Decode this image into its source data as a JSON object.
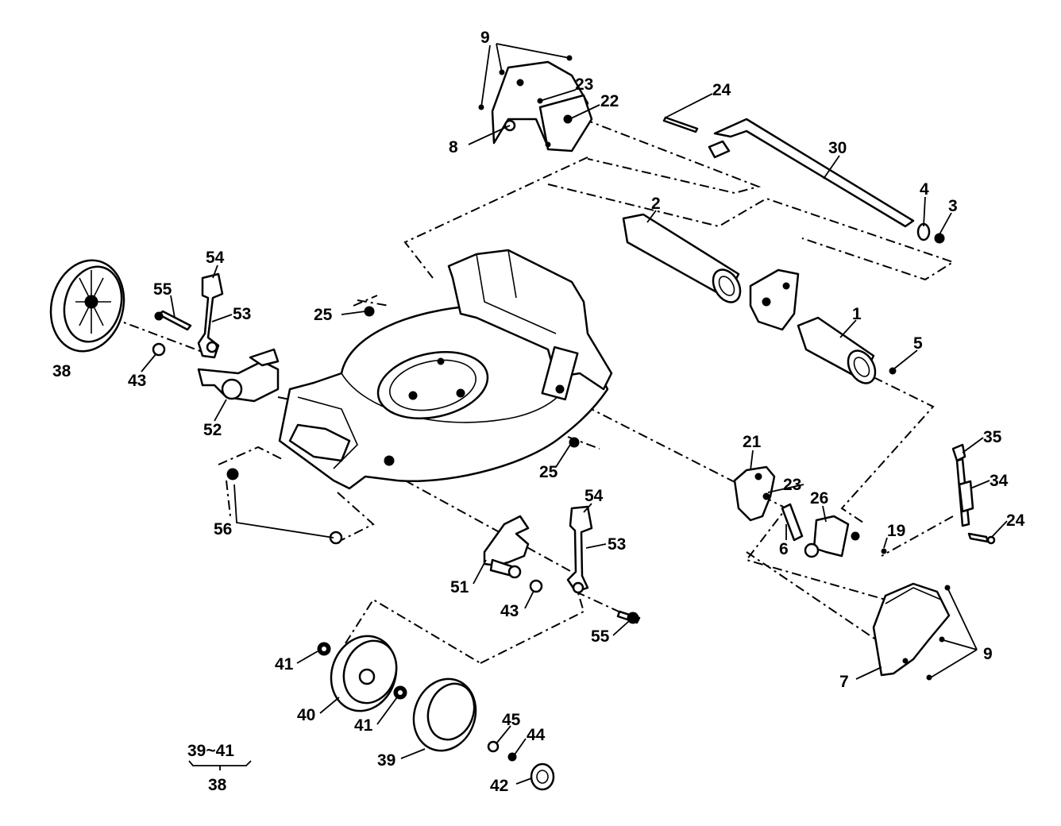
{
  "diagram": {
    "type": "exploded parts diagram",
    "colors": {
      "line": "#000000",
      "background": "#ffffff"
    }
  },
  "callouts": {
    "c9_top": "9",
    "c23_top": "23",
    "c22": "22",
    "c8": "8",
    "c24_top": "24",
    "c30": "30",
    "c4": "4",
    "c3": "3",
    "c2": "2",
    "c1": "1",
    "c5": "5",
    "c54_left": "54",
    "c55_left": "55",
    "c53_left": "53",
    "c25_top": "25",
    "c38": "38",
    "c43_left": "43",
    "c52": "52",
    "c25_bottom": "25",
    "c56": "56",
    "c21": "21",
    "c23_right": "23",
    "c26": "26",
    "c6": "6",
    "c19": "19",
    "c35": "35",
    "c34": "34",
    "c24_right": "24",
    "c54_bottom": "54",
    "c53_bottom": "53",
    "c51": "51",
    "c43_bottom": "43",
    "c55_bottom": "55",
    "c41_upper": "41",
    "c40": "40",
    "c41_lower": "41",
    "c39": "39",
    "c45": "45",
    "c44": "44",
    "c42": "42",
    "c9_right": "9",
    "c7": "7"
  },
  "legend": {
    "range": "39~41",
    "assembly": "38"
  }
}
